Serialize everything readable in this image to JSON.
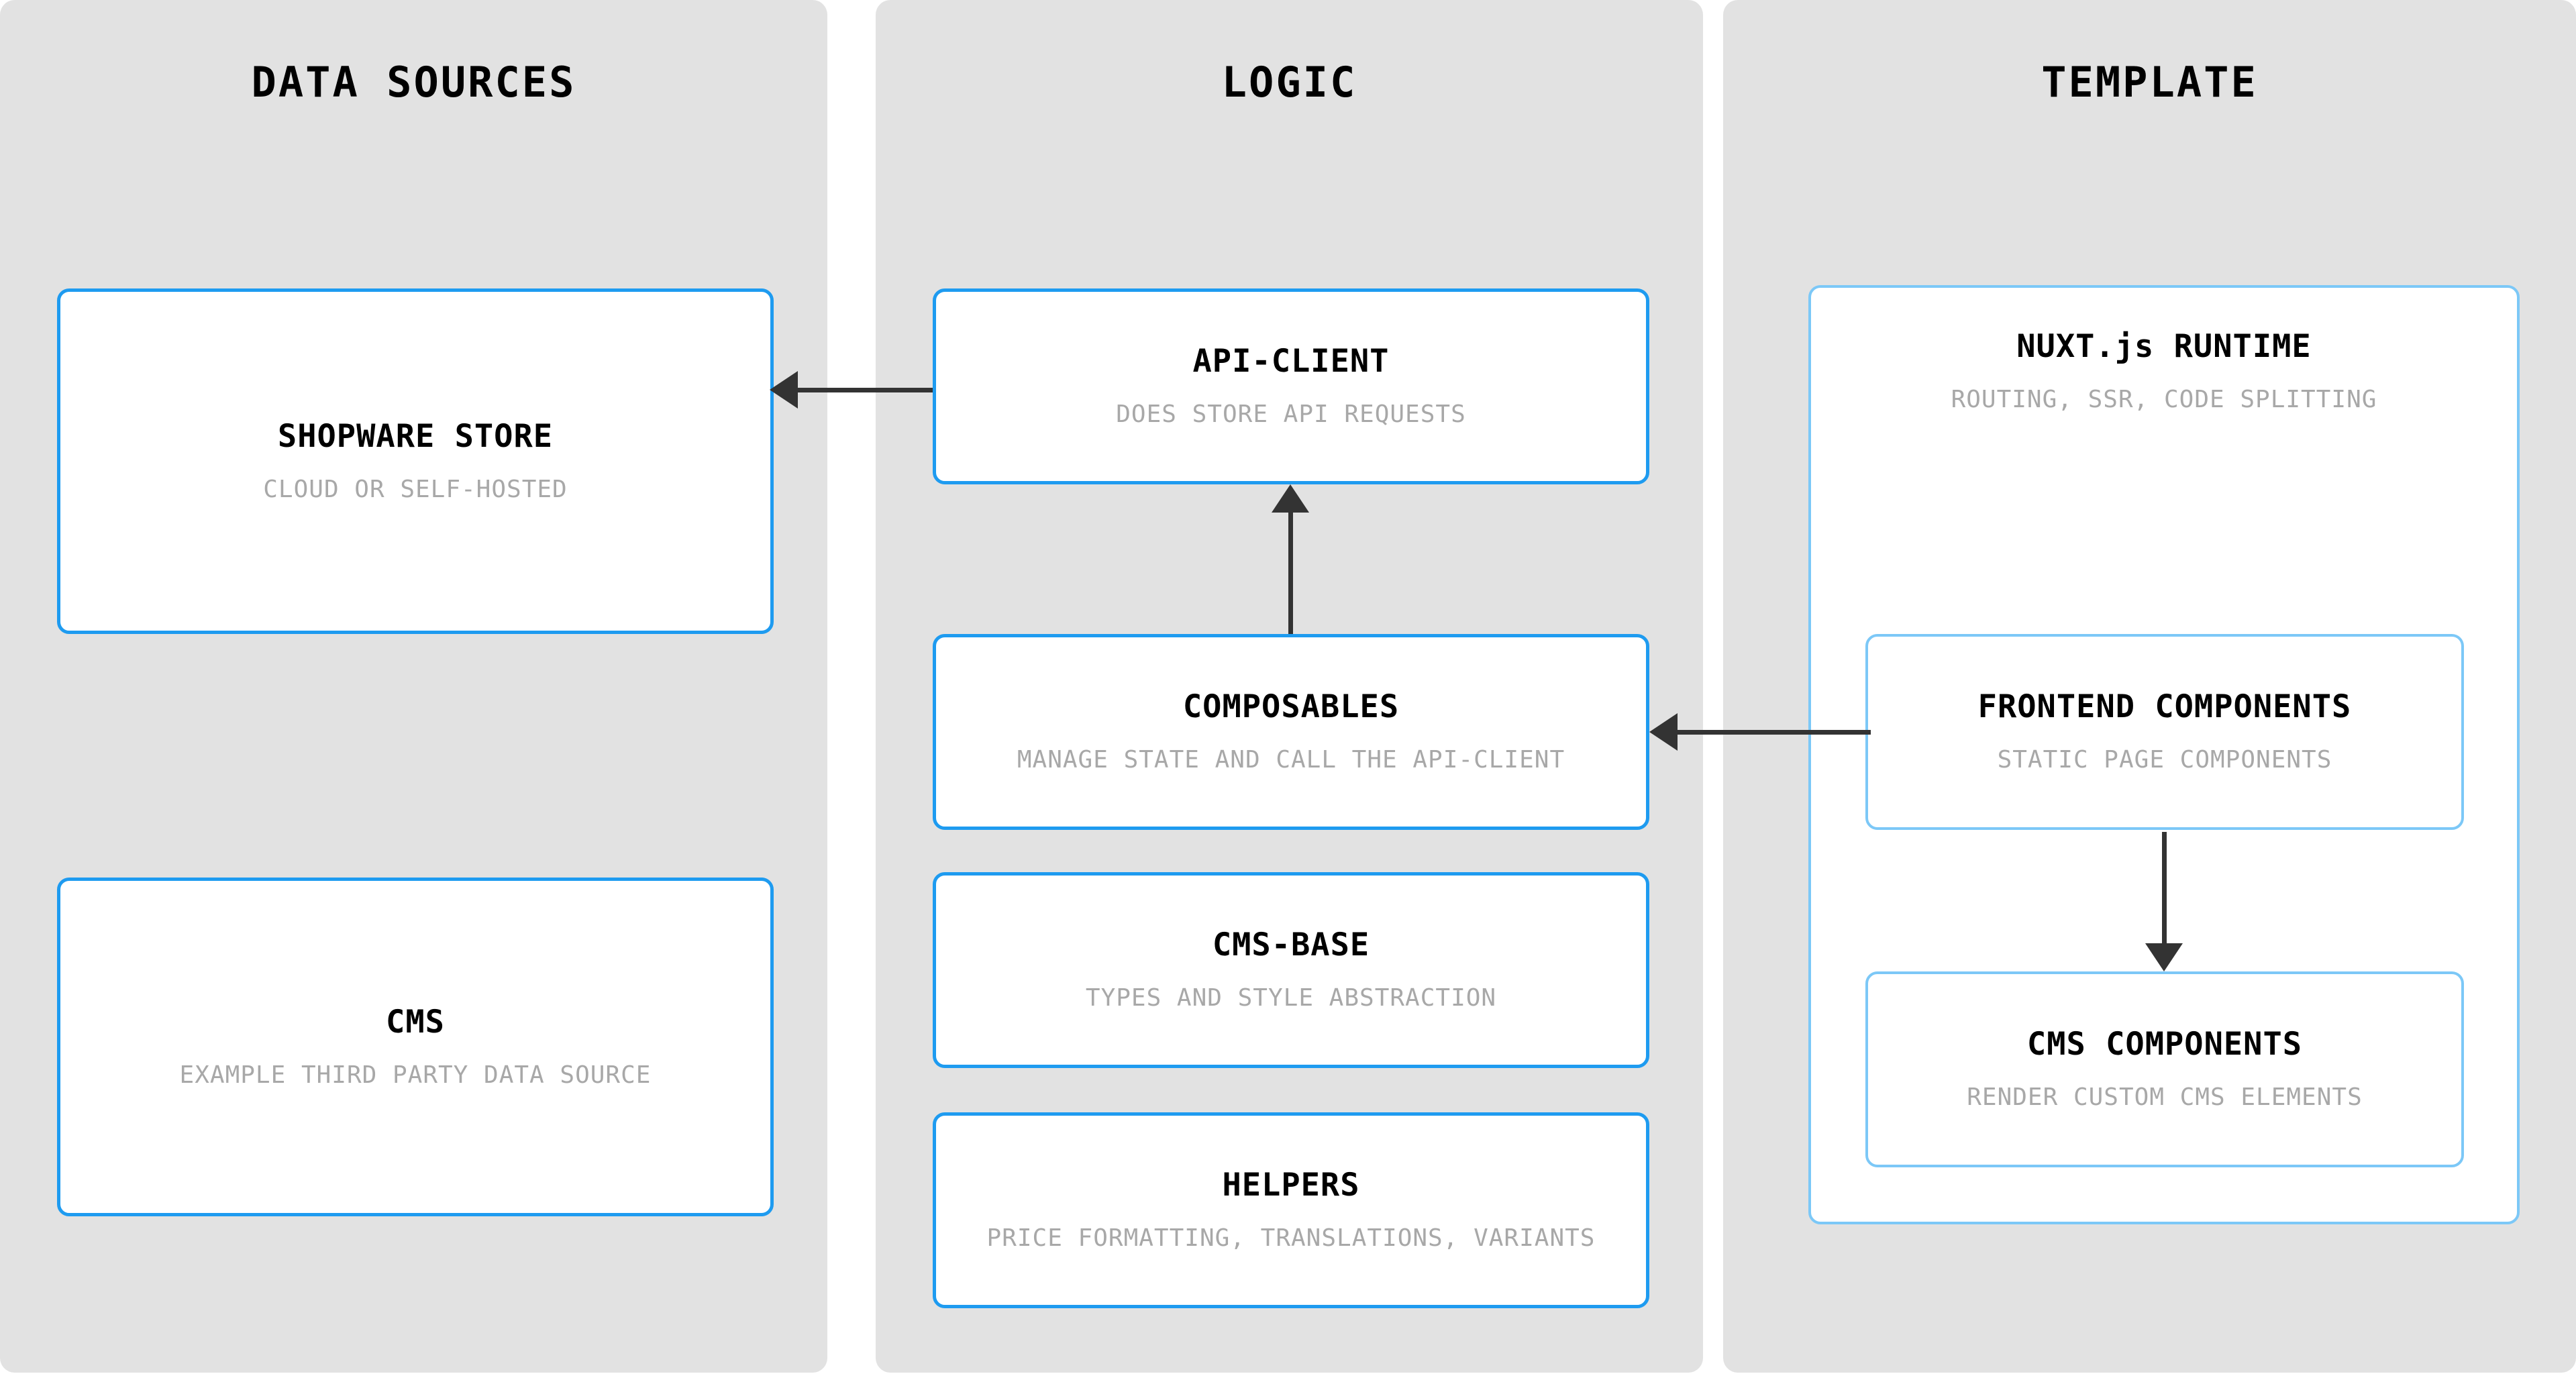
{
  "theme": {
    "page_background": "#ffffff",
    "panel_background": "#e2e2e2",
    "node_background": "#ffffff",
    "node_border": "#1e9bf0",
    "nested_node_border": "#7cc8f7",
    "title_color": "#000000",
    "subtitle_color": "#a8a8a8",
    "arrow_color": "#333333"
  },
  "columns": [
    {
      "id": "data-sources",
      "title": "DATA SOURCES",
      "nodes": [
        {
          "id": "shopware-store",
          "title": "SHOPWARE STORE",
          "subtitle": "CLOUD OR SELF-HOSTED"
        },
        {
          "id": "cms",
          "title": "CMS",
          "subtitle": "EXAMPLE THIRD PARTY DATA SOURCE"
        }
      ]
    },
    {
      "id": "logic",
      "title": "LOGIC",
      "nodes": [
        {
          "id": "api-client",
          "title": "API-CLIENT",
          "subtitle": "DOES STORE API REQUESTS"
        },
        {
          "id": "composables",
          "title": "COMPOSABLES",
          "subtitle": "MANAGE STATE AND CALL THE API-CLIENT"
        },
        {
          "id": "cms-base",
          "title": "CMS-BASE",
          "subtitle": "TYPES AND STYLE ABSTRACTION"
        },
        {
          "id": "helpers",
          "title": "HELPERS",
          "subtitle": "PRICE FORMATTING, TRANSLATIONS, VARIANTS"
        }
      ]
    },
    {
      "id": "template",
      "title": "TEMPLATE",
      "nodes": [
        {
          "id": "nuxt-runtime",
          "title": "NUXT.js RUNTIME",
          "subtitle": "ROUTING, SSR, CODE SPLITTING",
          "children": [
            {
              "id": "frontend-components",
              "title": "FRONTEND COMPONENTS",
              "subtitle": "STATIC PAGE COMPONENTS"
            },
            {
              "id": "cms-components",
              "title": "CMS COMPONENTS",
              "subtitle": "RENDER CUSTOM CMS ELEMENTS"
            }
          ]
        }
      ]
    }
  ],
  "edges": [
    {
      "id": "api-to-store",
      "from": "api-client",
      "to": "shopware-store",
      "direction": "left"
    },
    {
      "id": "composables-to-api",
      "from": "composables",
      "to": "api-client",
      "direction": "up"
    },
    {
      "id": "frontend-to-composables",
      "from": "frontend-components",
      "to": "composables",
      "direction": "left"
    },
    {
      "id": "frontend-to-cms",
      "from": "frontend-components",
      "to": "cms-components",
      "direction": "down"
    }
  ]
}
